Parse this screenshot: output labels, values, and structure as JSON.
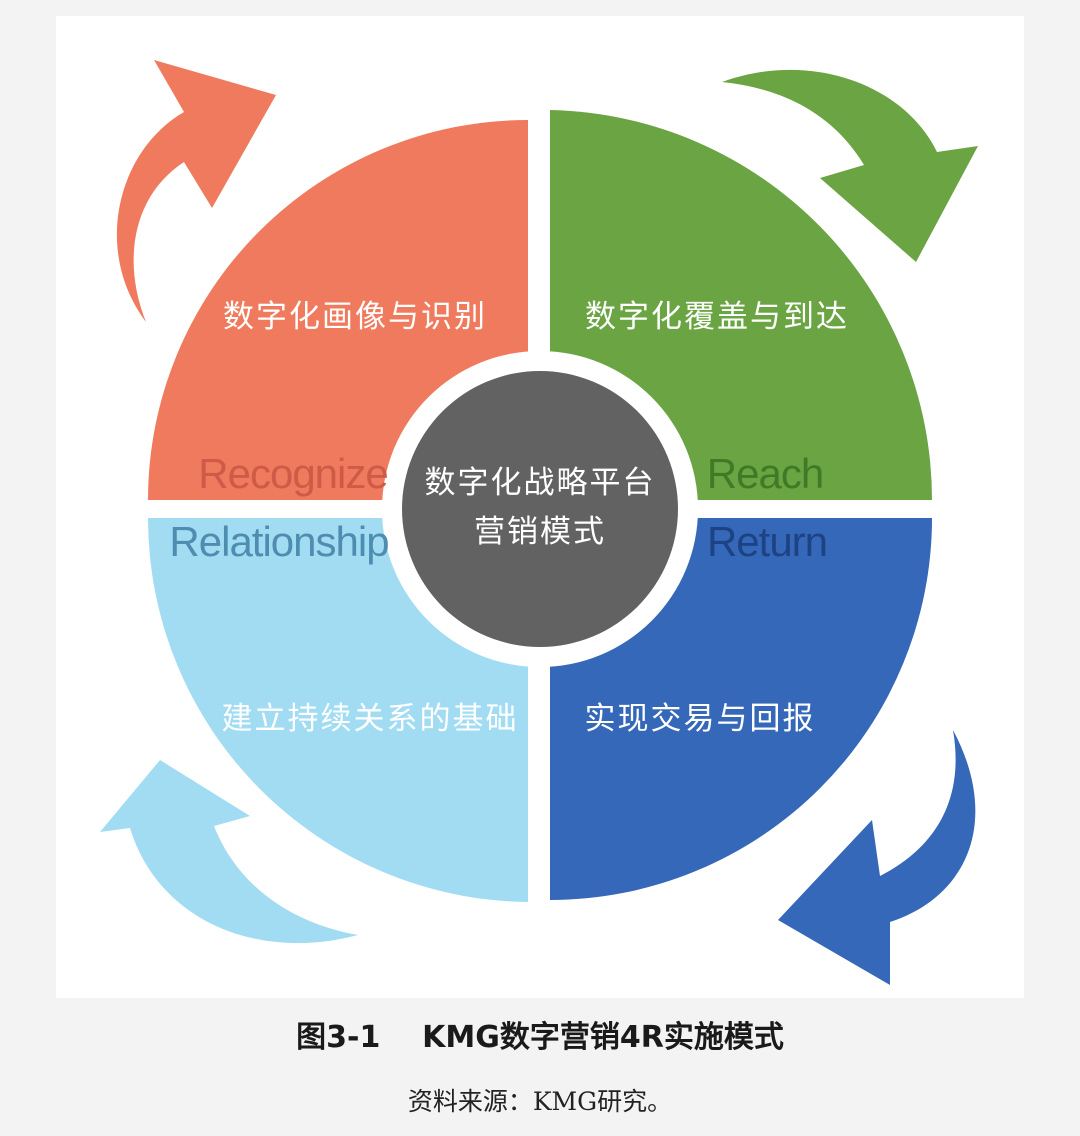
{
  "diagram": {
    "colors": {
      "recognize": "#f07a5d",
      "reach": "#6ba443",
      "relationship": "#a1dcf3",
      "return": "#3568b8",
      "center": "#626262",
      "recognize_word": "#cf5a47",
      "reach_word": "#3f7a27",
      "relationship_word": "#4e8cb0",
      "return_word": "#1d4384"
    },
    "quadrants": [
      {
        "id": "recognize",
        "label": "数字化画像与识别",
        "word": "Recognize"
      },
      {
        "id": "reach",
        "label": "数字化覆盖与到达",
        "word": "Reach"
      },
      {
        "id": "relationship",
        "label": "建立持续关系的基础",
        "word": "Relationship"
      },
      {
        "id": "return",
        "label": "实现交易与回报",
        "word": "Return"
      }
    ],
    "center": {
      "line1": "数字化战略平台",
      "line2": "营销模式"
    },
    "arrows": [
      {
        "icon": "curved-arrow-icon",
        "color": "recognize"
      },
      {
        "icon": "curved-arrow-icon",
        "color": "reach"
      },
      {
        "icon": "curved-arrow-icon",
        "color": "return"
      },
      {
        "icon": "curved-arrow-icon",
        "color": "relationship"
      }
    ]
  },
  "caption": "图3-1    KMG数字营销4R实施模式",
  "source": "资料来源：KMG研究。"
}
